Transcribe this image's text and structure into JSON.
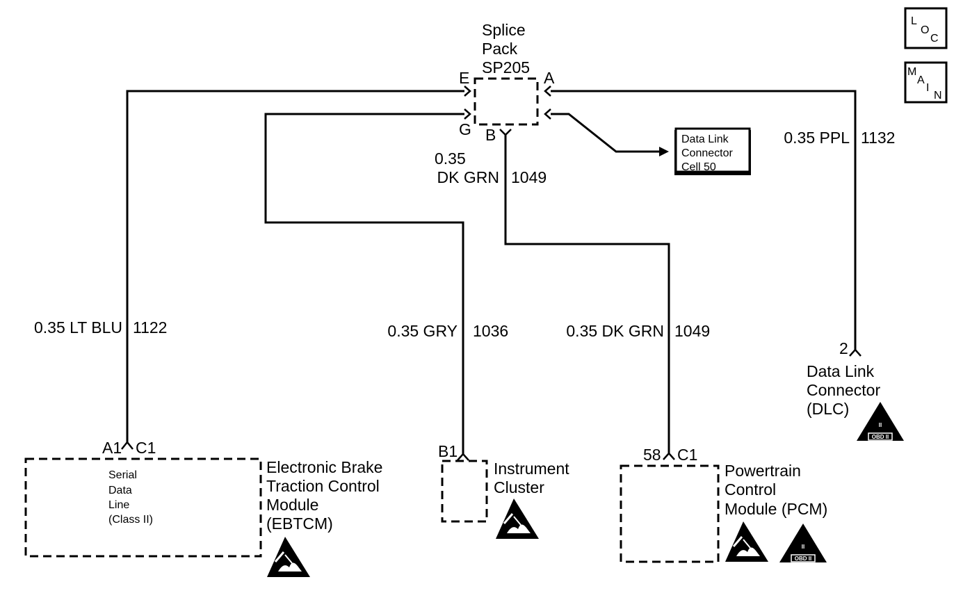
{
  "splice": {
    "line1": "Splice",
    "line2": "Pack",
    "line3": "SP205",
    "pin_e": "E",
    "pin_a": "A",
    "pin_g": "G",
    "pin_b": "B"
  },
  "dlc_ref": {
    "line1": "Data Link",
    "line2": "Connector",
    "line3": "Cell 50"
  },
  "nav": {
    "loc": [
      "L",
      "O",
      "C"
    ],
    "main": [
      "M",
      "A",
      "I",
      "N"
    ]
  },
  "wires": {
    "ppl_1132": {
      "gauge_color": "0.35 PPL",
      "circuit": "1132"
    },
    "dkgrn_top": {
      "gauge": "0.35",
      "color": "DK GRN",
      "circuit": "1049"
    },
    "ltblu_1122": {
      "gauge_color": "0.35 LT BLU",
      "circuit": "1122"
    },
    "gry_1036": {
      "gauge_color": "0.35 GRY",
      "circuit": "1036"
    },
    "dkgrn_bottom": {
      "gauge_color": "0.35 DK GRN",
      "circuit": "1049"
    }
  },
  "dlc": {
    "pin": "2",
    "line1": "Data Link",
    "line2": "Connector",
    "line3": "(DLC)"
  },
  "ebtcm": {
    "pin": "A1",
    "connector": "C1",
    "inner": [
      "Serial",
      "Data",
      "Line",
      "(Class II)"
    ],
    "line1": "Electronic Brake",
    "line2": "Traction Control",
    "line3": "Module",
    "line4": "(EBTCM)"
  },
  "ipc": {
    "pin": "B1",
    "line1": "Instrument",
    "line2": "Cluster"
  },
  "pcm": {
    "pin": "58",
    "connector": "C1",
    "line1": "Powertrain",
    "line2": "Control",
    "line3": "Module (PCM)"
  },
  "obd_badge": {
    "numeral": "II",
    "caption": "OBD II"
  }
}
